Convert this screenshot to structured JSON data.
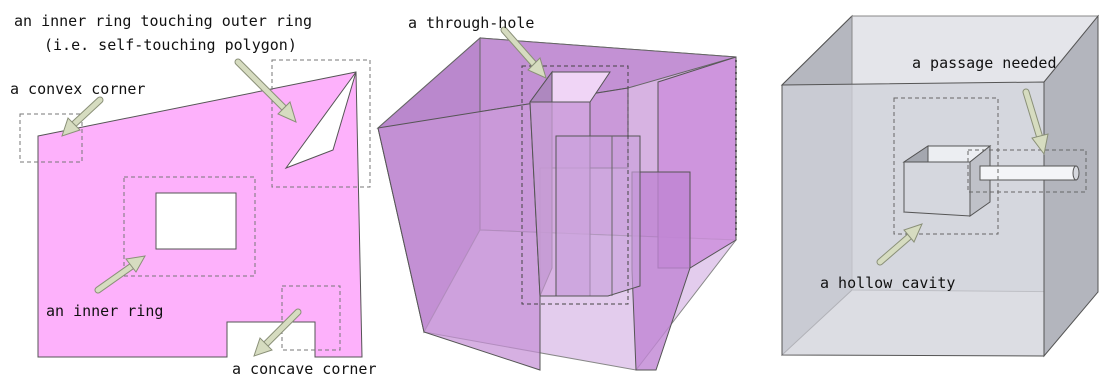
{
  "panels": [
    {
      "id": "polygon",
      "labels": {
        "inner_ring_touching_line1": "an inner ring touching outer ring",
        "inner_ring_touching_line2": "(i.e. self-touching polygon)",
        "convex_corner": "a convex corner",
        "inner_ring": "an inner ring",
        "concave_corner": "a concave corner"
      }
    },
    {
      "id": "solid-through-hole",
      "labels": {
        "through_hole": "a through-hole"
      }
    },
    {
      "id": "solid-cavity",
      "labels": {
        "passage_needed": "a passage needed",
        "hollow_cavity": "a hollow cavity"
      }
    }
  ],
  "colors": {
    "polygon_fill": "#fdb1fb",
    "solid_fill": "#c890d6",
    "cavity_solid_fill": "#cfd1d9",
    "arrow": "#d6dcc0",
    "arrow_outline": "#8a9078",
    "dashed_box": "#777777"
  }
}
